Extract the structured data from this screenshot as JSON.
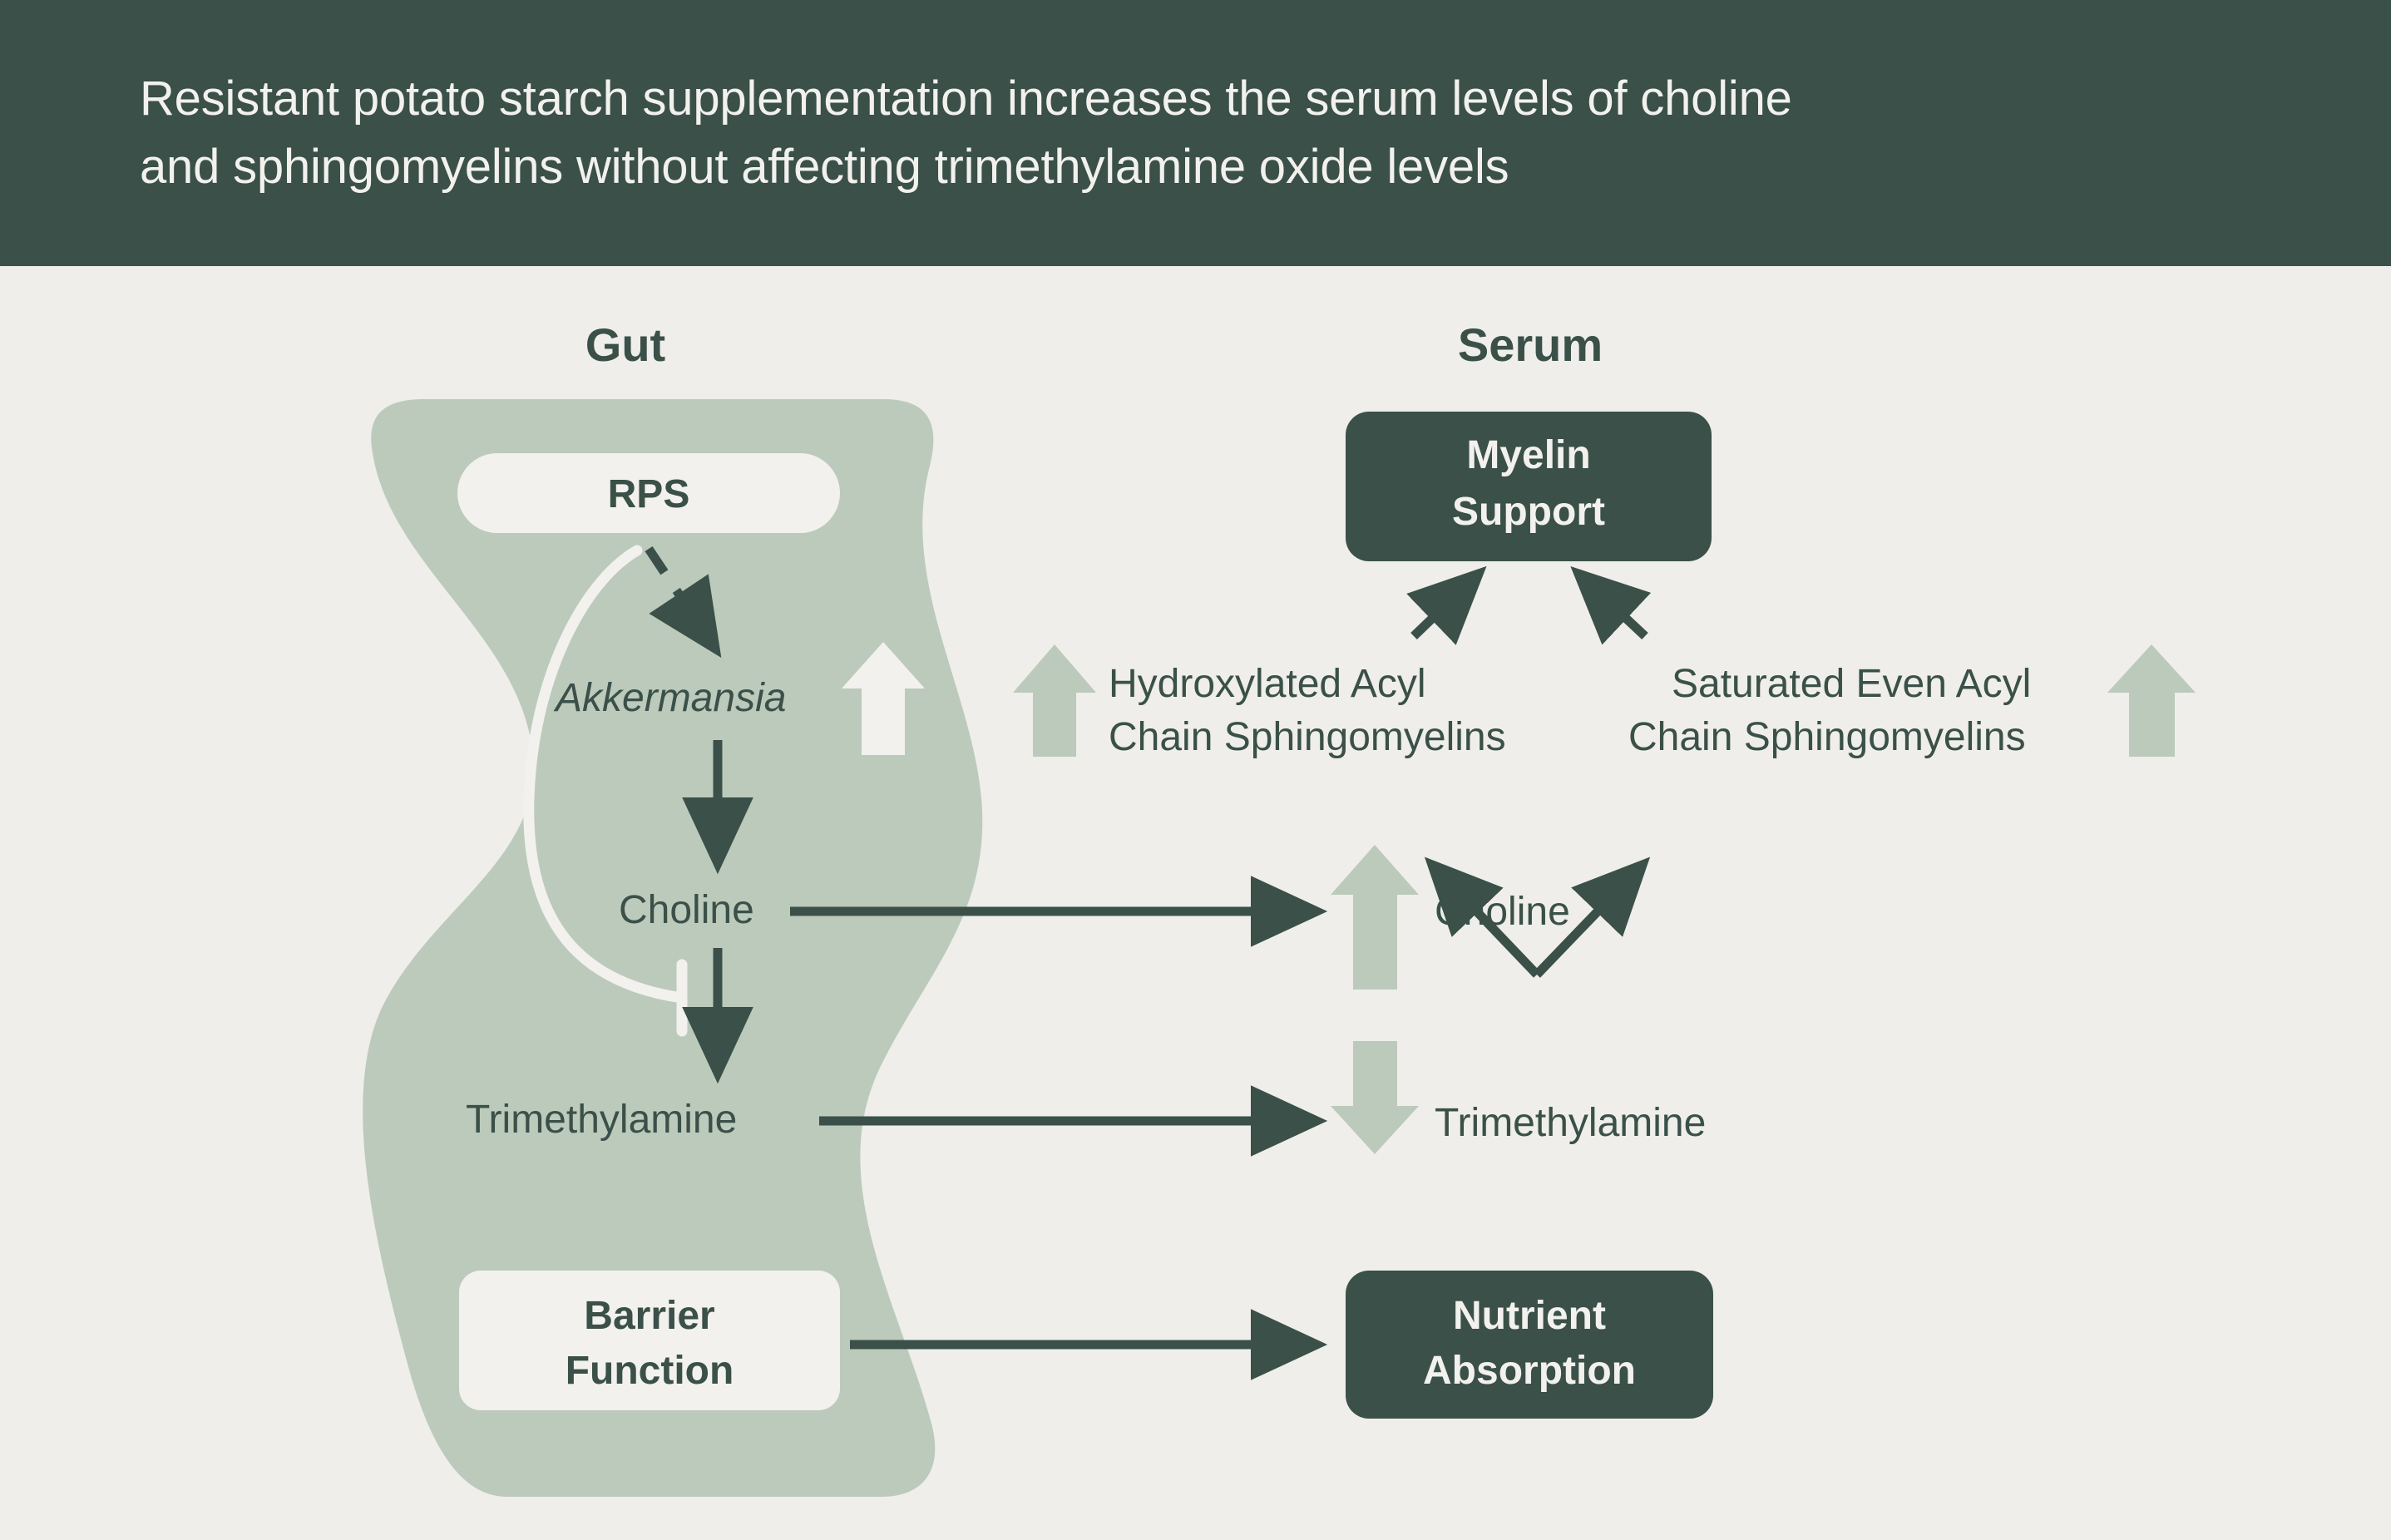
{
  "header": {
    "title_line1": "Resistant potato starch supplementation increases the serum levels of choline",
    "title_line2": "and sphingomyelins without affecting trimethylamine oxide levels",
    "background_color": "#3a5049",
    "text_color": "#f2f1ed"
  },
  "page": {
    "background_color": "#efeeea",
    "accent_dark_green": "#3a5049",
    "accent_sage_green": "#bccabb",
    "accent_cream": "#f2f1ed"
  },
  "columns": {
    "gut_header": "Gut",
    "serum_header": "Serum"
  },
  "gut": {
    "rps_pill": "RPS",
    "akkermansia": "Akkermansia",
    "choline": "Choline",
    "trimethylamine": "Trimethylamine",
    "barrier_pill_line1": "Barrier",
    "barrier_pill_line2": "Function"
  },
  "serum": {
    "myelin_box_line1": "Myelin",
    "myelin_box_line2": "Support",
    "hydroxylated_line1": "Hydroxylated Acyl",
    "hydroxylated_line2": "Chain Sphingomyelins",
    "saturated_line1": "Saturated Even Acyl",
    "saturated_line2": "Chain Sphingomyelins",
    "choline": "Choline",
    "trimethylamine": "Trimethylamine",
    "nutrient_box_line1": "Nutrient",
    "nutrient_box_line2": "Absorption"
  },
  "indicators": {
    "akkermansia_trend": "up",
    "hydroxylated_trend": "up",
    "saturated_trend": "up",
    "serum_choline_trend": "up",
    "serum_trimethylamine_trend": "down"
  }
}
